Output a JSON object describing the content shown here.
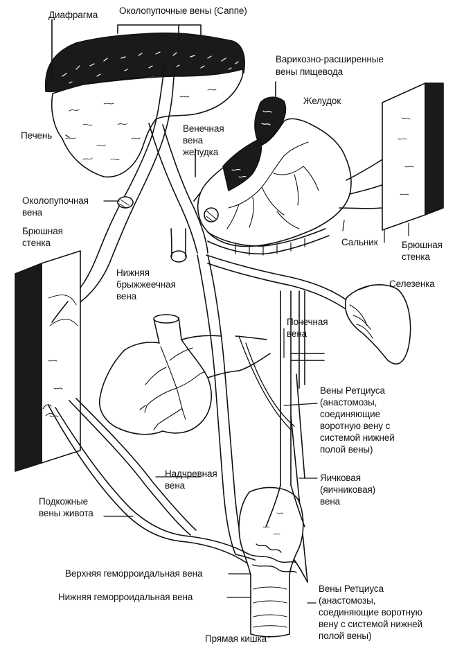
{
  "colors": {
    "ink": "#111111",
    "background": "#ffffff",
    "shade": "#1a1a1a"
  },
  "labels": {
    "diaphragm": "Диафрагма",
    "paraumbilical_sappey": "Околопупочные вены (Саппе)",
    "varices_line1": "Варикозно-расширенные",
    "varices_line2": "вены пищевода",
    "stomach": "Желудок",
    "liver": "Печень",
    "coronary_line1": "Венечная",
    "coronary_line2": "вена",
    "coronary_line3": "желудка",
    "paraumbilical_vein_line1": "Околопупочная",
    "paraumbilical_vein_line2": "вена",
    "abdominal_wall_left_line1": "Брюшная",
    "abdominal_wall_left_line2": "стенка",
    "omentum": "Сальник",
    "abdominal_wall_right_line1": "Брюшная",
    "abdominal_wall_right_line2": "стенка",
    "imv_line1": "Нижняя",
    "imv_line2": "брыжжеечная",
    "imv_line3": "вена",
    "spleen": "Селезенка",
    "renal_line1": "Почечная",
    "renal_line2": "вена",
    "retzius1_line1": "Вены Ретциуса",
    "retzius1_line2": "(анастомозы,",
    "retzius1_line3": "соединяющие",
    "retzius1_line4": "воротную вену с",
    "retzius1_line5": "системой нижней",
    "retzius1_line6": "полой вены)",
    "epigastric_line1": "Надчревная",
    "epigastric_line2": "вена",
    "gonadal_line1": "Яичковая",
    "gonadal_line2": "(яичниковая)",
    "gonadal_line3": "вена",
    "subcutaneous_line1": "Подкожные",
    "subcutaneous_line2": "вены живота",
    "superior_hemorrhoidal": "Верхняя геморроидальная вена",
    "inferior_hemorrhoidal": "Нижняя геморроидальная вена",
    "retzius2_line1": "Вены Ретциуса",
    "retzius2_line2": "(анастомозы,",
    "retzius2_line3": "соединяющие воротную",
    "retzius2_line4": "вену с системой нижней",
    "retzius2_line5": "полой вены)",
    "rectum": "Прямая кишка"
  }
}
